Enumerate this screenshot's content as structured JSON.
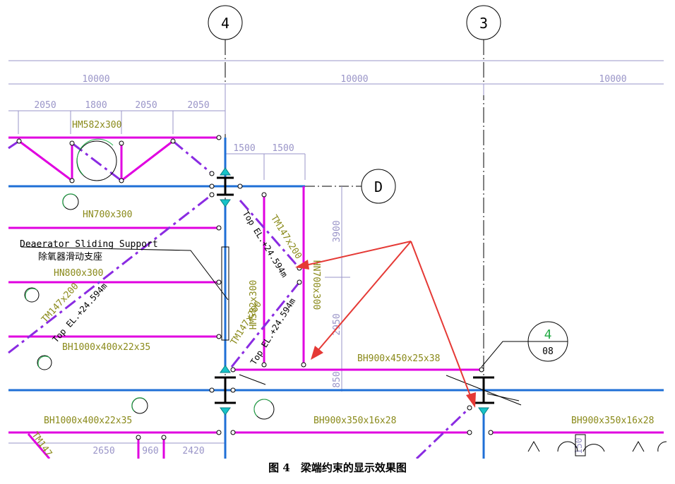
{
  "grid": {
    "col4": "4",
    "col3": "3",
    "rowD": "D"
  },
  "dims": {
    "top": [
      "10000",
      "10000",
      "10000"
    ],
    "sub": [
      "2050",
      "1800",
      "2050",
      "2050"
    ],
    "side": [
      "1500",
      "1500"
    ],
    "vert": [
      "3900",
      "2950",
      "850"
    ],
    "bottom": [
      "2650",
      "960",
      "2420",
      "150"
    ]
  },
  "members": {
    "hm582x300_top": "HM582x300",
    "hn700x300_left": "HN700x300",
    "hn800x300": "HN800x300",
    "bh1000_upper": "BH1000x400x22x35",
    "bh1000_lower": "BH1000x400x22x35",
    "bh900x450": "BH900x450x25x38",
    "bh900x350_mid": "BH900x350x16x28",
    "bh900x350_right": "BH900x350x16x28",
    "hm582x300_v": "HM582x300",
    "hn700x300_v": "HN700x300",
    "tm147_a": "TM147x200",
    "tm147_b": "TM147x200",
    "tm147_c": "TM147x200",
    "tm147_d": "TM147",
    "top_el_a": "Top EL.+24.594m",
    "top_el_b": "Top EL.+24.594m",
    "top_el_c": "Top EL.+24.594m"
  },
  "note": {
    "en": "Deaerator Sliding Support",
    "zh": "除氧器滑动支座"
  },
  "detail_tag": {
    "num": "4",
    "sheet": "08"
  },
  "caption": "图 4　梁端约束的显示效果图"
}
